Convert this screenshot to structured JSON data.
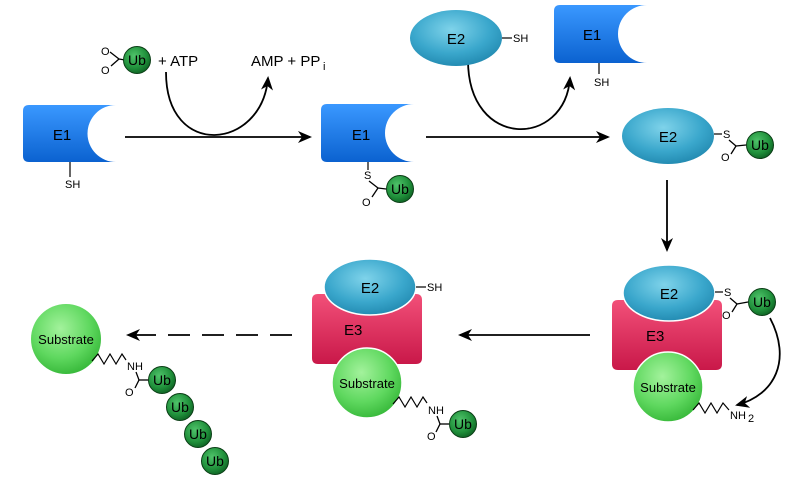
{
  "labels": {
    "e1": "E1",
    "e2": "E2",
    "e3": "E3",
    "ub": "Ub",
    "substrate": "Substrate",
    "sh": "SH",
    "s": "S",
    "o": "O",
    "nh": "NH",
    "nh2": "NH",
    "nh2_sub": "2"
  },
  "reaction": {
    "atp_text": "+ ATP",
    "products_text": "AMP + PP",
    "products_sub": "i"
  },
  "colors": {
    "e1_blue": "#1577e6",
    "e2_teal": "#3aa7cc",
    "e3_crimson": "#d72454",
    "substrate_green": "#5fd85f",
    "ub_green": "#1f8f3a"
  }
}
